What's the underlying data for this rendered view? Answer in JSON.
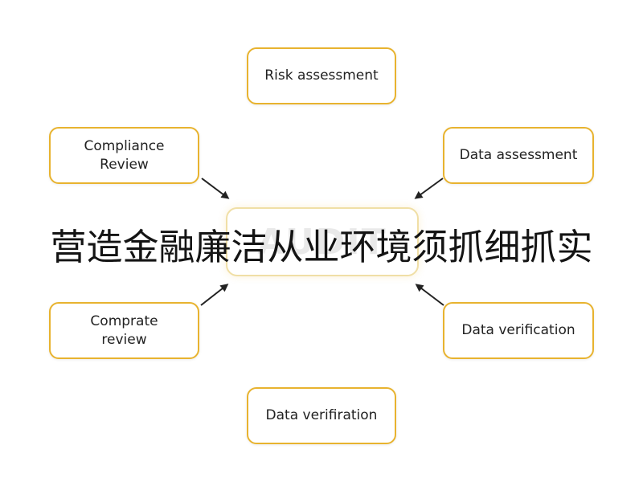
{
  "nodes": {
    "risk": "Risk assessment",
    "compliance": "Compliance\nReview",
    "data_assessment": "Data assessment",
    "comprate": "Comprate\nreview",
    "data_verification": "Data verification",
    "data_verifiration": "Data verifiration"
  },
  "center": {
    "label": "AUDIT"
  },
  "banner": {
    "text": "营造金融廉洁从业环境须抓细抓实"
  },
  "colors": {
    "box_border": "#e8b32f",
    "arrow": "#222222",
    "banner_text": "#141414"
  }
}
